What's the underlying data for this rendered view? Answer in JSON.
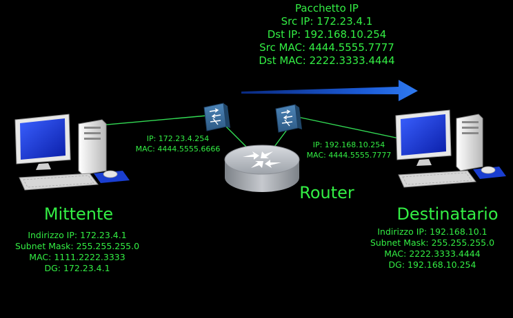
{
  "packet": {
    "title": "Pacchetto IP",
    "src_ip": "Src IP: 172.23.4.1",
    "dst_ip": "Dst IP: 192.168.10.254",
    "src_mac": "Src MAC: 4444.5555.7777",
    "dst_mac": "Dst MAC: 2222.3333.4444"
  },
  "router": {
    "label": "Router",
    "left_interface": {
      "ip": "IP: 172.23.4.254",
      "mac": "MAC: 4444.5555.6666"
    },
    "right_interface": {
      "ip": "IP: 192.168.10.254",
      "mac": "MAC: 4444.5555.7777"
    }
  },
  "sender": {
    "name": "Mittente",
    "ip": "Indirizzo IP: 172.23.4.1",
    "mask": "Subnet Mask: 255.255.255.0",
    "mac": "MAC: 1111.2222.3333",
    "gw": "DG: 172.23.4.1"
  },
  "receiver": {
    "name": "Destinatario",
    "ip": "Indirizzo IP: 192.168.10.1",
    "mask": "Subnet Mask: 255.255.255.0",
    "mac": "MAC: 2222.3333.4444",
    "gw": "DG: 192.168.10.254"
  },
  "colors": {
    "text": "#33ee44",
    "link": "#33dd55",
    "arrow": "#1c5cd8",
    "switch": "#3a6c9a",
    "router": "#b0b4ba"
  },
  "icons": [
    "computer-icon",
    "switch-icon",
    "router-icon",
    "direction-arrow-icon"
  ]
}
